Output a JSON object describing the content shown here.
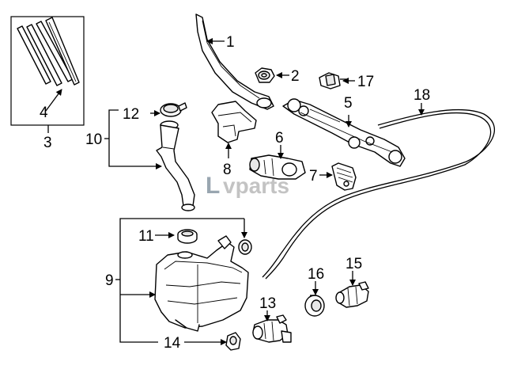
{
  "watermark": {
    "prefix": "L",
    "name": "vparts"
  },
  "callouts": {
    "c1": "1",
    "c2": "2",
    "c3": "3",
    "c4": "4",
    "c5": "5",
    "c6": "6",
    "c7": "7",
    "c8": "8",
    "c9": "9",
    "c10": "10",
    "c11": "11",
    "c12": "12",
    "c13": "13",
    "c14": "14",
    "c15": "15",
    "c16": "16",
    "c17": "17",
    "c18": "18"
  }
}
